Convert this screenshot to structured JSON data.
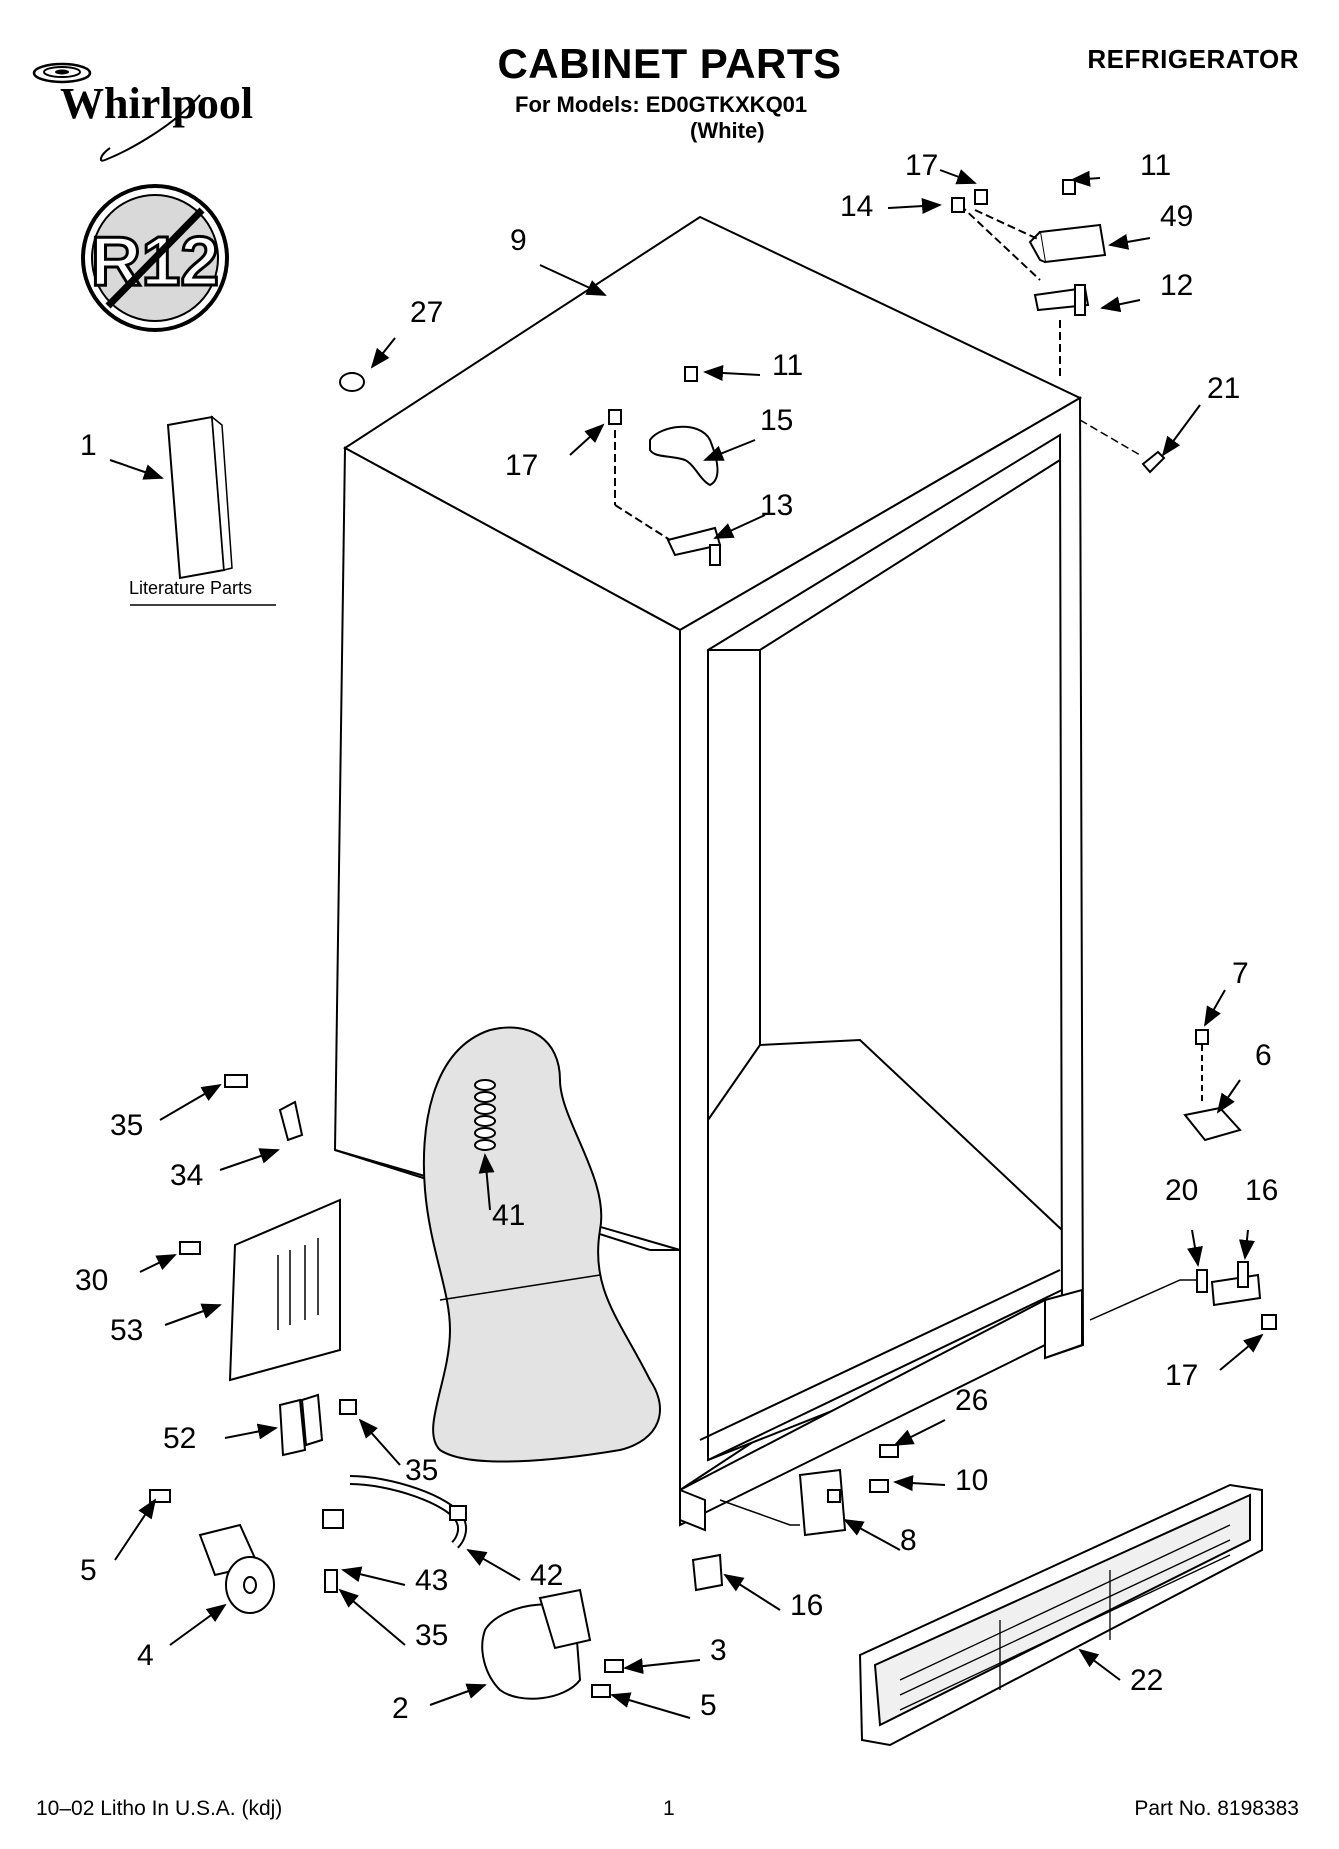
{
  "header": {
    "brand": "Whirlpool",
    "title": "CABINET PARTS",
    "models_line": "For Models: ED0GTKXKQ01",
    "color_line": "(White)",
    "category": "REFRIGERATOR",
    "badge_text": "R12"
  },
  "literature_label": "Literature Parts",
  "callouts": [
    "17",
    "11",
    "14",
    "49",
    "9",
    "12",
    "27",
    "11",
    "21",
    "1",
    "17",
    "15",
    "13",
    "7",
    "6",
    "35",
    "34",
    "41",
    "20",
    "16",
    "30",
    "53",
    "17",
    "52",
    "26",
    "35",
    "10",
    "8",
    "5",
    "42",
    "43",
    "16",
    "4",
    "35",
    "3",
    "2",
    "5",
    "22"
  ],
  "footer": {
    "left": "10–02 Litho In U.S.A. (kdj)",
    "page": "1",
    "part_no": "Part No. 8198383"
  }
}
